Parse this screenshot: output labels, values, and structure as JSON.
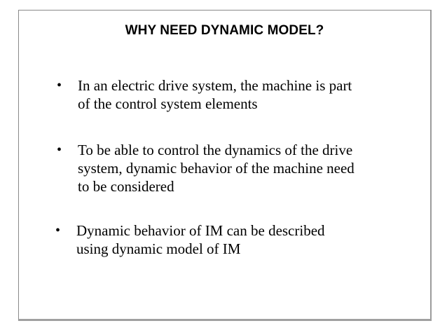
{
  "slide": {
    "title": "WHY NEED DYNAMIC MODEL?",
    "bullet_marker": "•",
    "bullets": [
      {
        "marker": "•",
        "text": "In an electric drive system, the machine is part\nof the control system elements"
      },
      {
        "marker": "•",
        "text": "To be able to control the dynamics of the drive\nsystem, dynamic behavior of the machine need\nto be considered"
      },
      {
        "marker": "•",
        "text": "Dynamic behavior of IM can be described\nusing dynamic model of IM"
      }
    ]
  },
  "colors": {
    "page_background": "#ffffff",
    "slide_background": "#ffffff",
    "slide_border": "#8a8a8a",
    "slide_shadow": "#a0a0a0",
    "text": "#000000"
  }
}
